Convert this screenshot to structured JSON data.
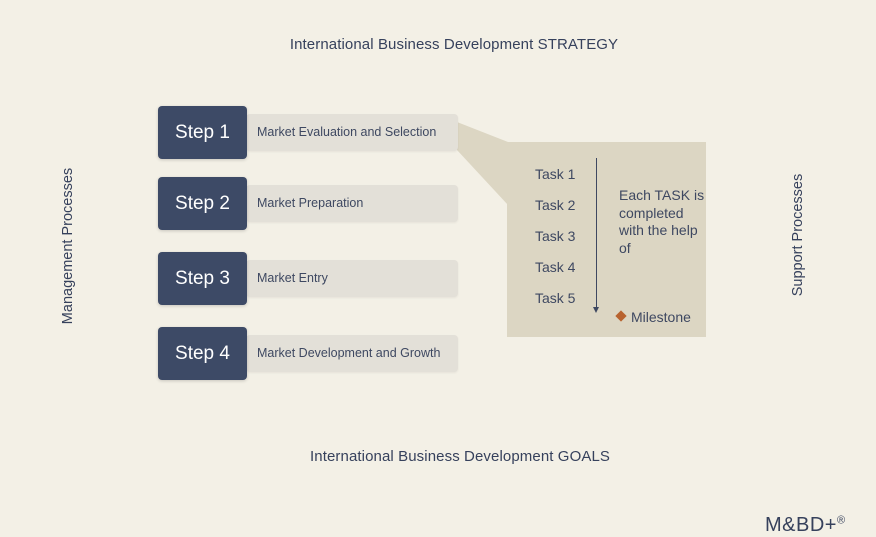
{
  "title_top": "International Business Development STRATEGY",
  "title_bottom": "International Business Development GOALS",
  "left_label": "Management Processes",
  "right_label": "Support Processes",
  "steps": [
    {
      "label": "Step 1",
      "text": "Market Evaluation and Selection"
    },
    {
      "label": "Step 2",
      "text": "Market Preparation"
    },
    {
      "label": "Step 3",
      "text": "Market Entry"
    },
    {
      "label": "Step 4",
      "text": "Market Development and Growth"
    }
  ],
  "callout": {
    "tasks": [
      "Task 1",
      "Task 2",
      "Task 3",
      "Task 4",
      "Task 5"
    ],
    "description": "Each TASK is completed with the help of",
    "milestone": "Milestone"
  },
  "logo": {
    "text": "M&BD+",
    "mark": "®"
  },
  "colors": {
    "background": "#f3f0e6",
    "step_box": "#3d4a66",
    "step_pill": "#e3e0d8",
    "callout": "#dcd6c3",
    "milestone_diamond": "#b8632f"
  }
}
